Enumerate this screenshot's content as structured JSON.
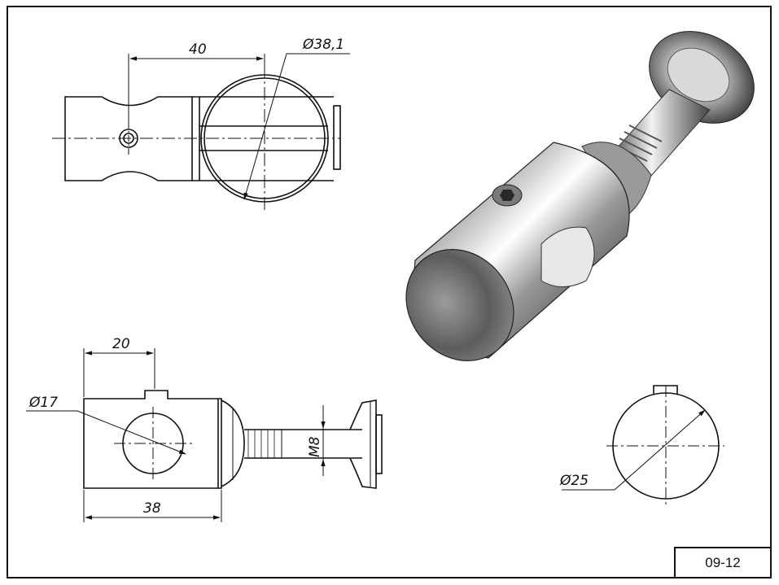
{
  "drawing": {
    "code": "09-12",
    "top_view": {
      "width_dim": "40",
      "diameter_dim": "Ø38,1"
    },
    "side_view": {
      "offset_dim": "20",
      "hole_dim": "Ø17",
      "length_dim": "38",
      "thread_dim": "M8"
    },
    "end_view": {
      "diameter_dim": "Ø25"
    }
  },
  "colors": {
    "line": "#111111",
    "steel_dark": "#3a3a3a",
    "steel_light": "#f4f4f4"
  }
}
